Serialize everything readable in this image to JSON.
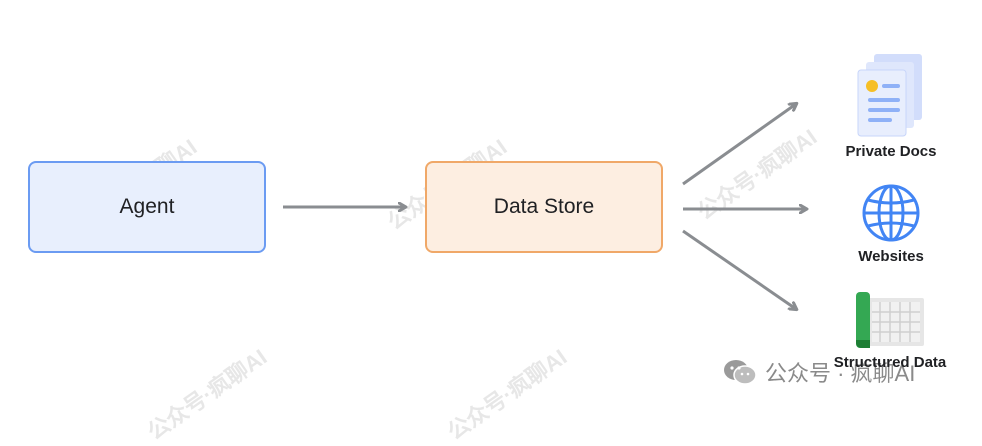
{
  "nodes": {
    "agent": "Agent",
    "data_store": "Data Store"
  },
  "targets": {
    "private_docs": "Private Docs",
    "websites": "Websites",
    "structured_data": "Structured Data"
  },
  "watermark": {
    "text": "公众号·疯聊AI",
    "brand_text": "公众号 · 疯聊AI"
  },
  "icons": {
    "private_docs": "document-stack-icon",
    "websites": "globe-icon",
    "structured_data": "spreadsheet-icon",
    "brand": "wechat-icon"
  },
  "colors": {
    "agent_fill": "#e8effd",
    "agent_border": "#6b9bf2",
    "store_fill": "#fdeee1",
    "store_border": "#f0a868",
    "arrow": "#8a8d91",
    "globe": "#4285f4"
  }
}
